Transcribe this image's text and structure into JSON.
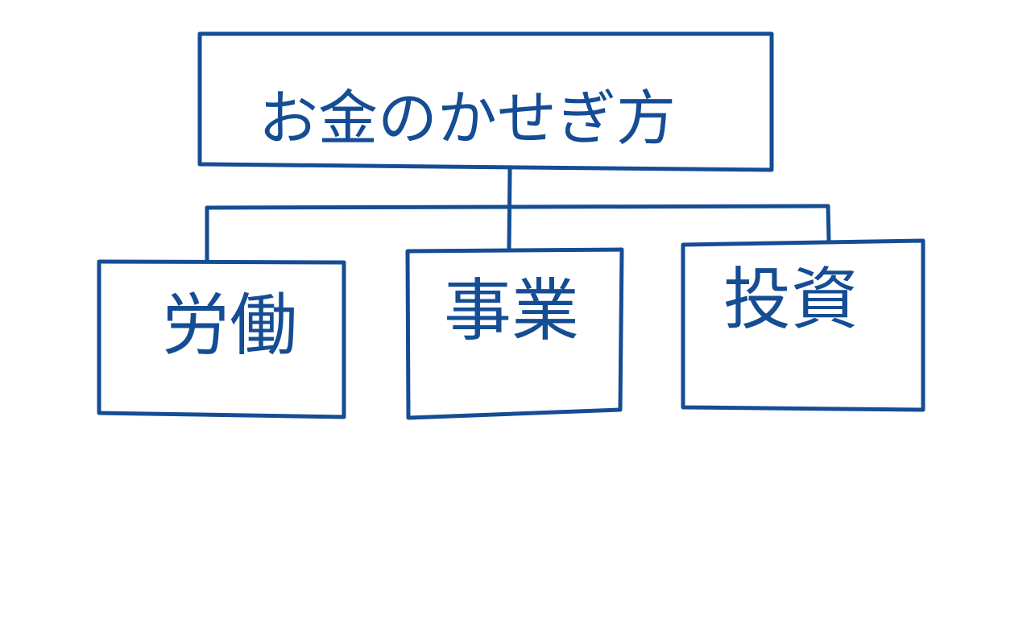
{
  "diagram": {
    "root": {
      "label": "お金のかせぎ方"
    },
    "children": [
      {
        "label": "労働"
      },
      {
        "label": "事業"
      },
      {
        "label": "投資"
      }
    ]
  },
  "colors": {
    "ink": "#154d94",
    "background": "#ffffff"
  }
}
